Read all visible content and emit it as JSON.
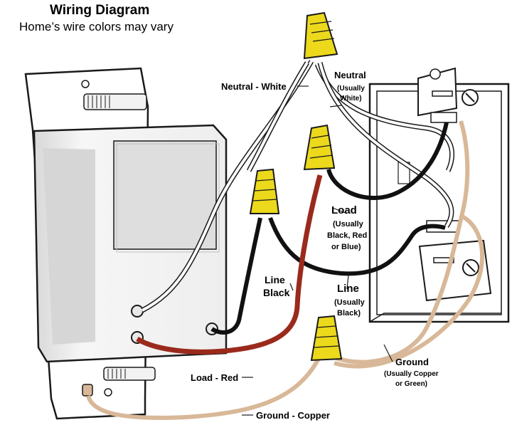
{
  "header": {
    "title": "Wiring Diagram",
    "subtitle": "Home’s wire colors may vary"
  },
  "labels": {
    "neutral_white": "Neutral - White",
    "neutral_box": {
      "title": "Neutral",
      "line1": "(Usually",
      "line2": "White)"
    },
    "load_box": {
      "title": "Load",
      "line1": "(Usually",
      "line2": "Black, Red",
      "line3": "or Blue)"
    },
    "line_black": {
      "line1": "Line",
      "line2": "Black"
    },
    "line_box": {
      "title": "Line",
      "line1": "(Usually",
      "line2": "Black)"
    },
    "load_red": "Load - Red",
    "ground_box": {
      "title": "Ground",
      "line1": "(Usually Copper",
      "line2": "or Green)"
    },
    "ground_copper": "Ground - Copper"
  },
  "colors": {
    "wire_black": "#111111",
    "wire_red": "#9a2a1c",
    "wire_copper": "#d8b898",
    "wire_white": "#ffffff",
    "wire_nut": "#ecd91c",
    "outline": "#1a1a1a",
    "switch_gray": "#e6e6e6"
  }
}
